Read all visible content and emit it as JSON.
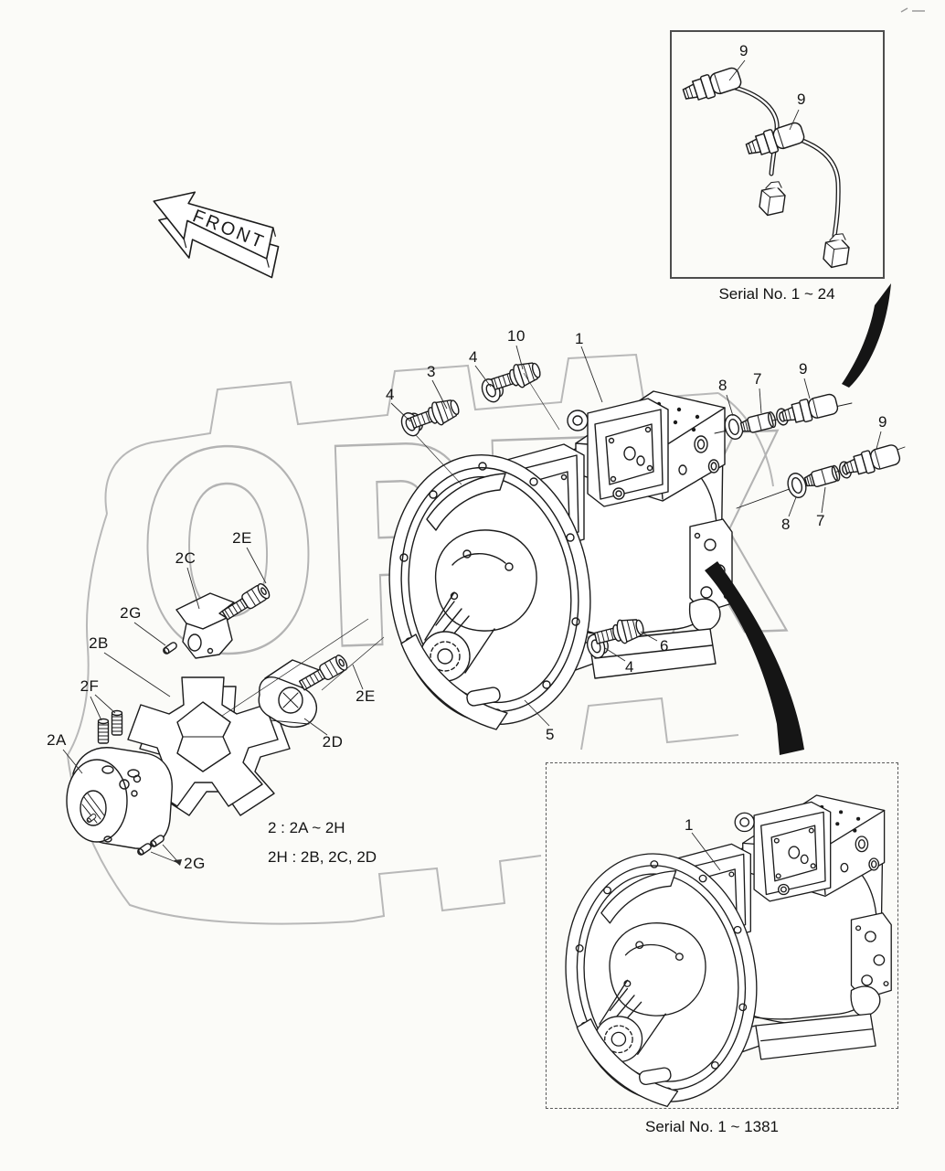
{
  "front_label": "FRONT",
  "watermark": {
    "text": "OPEX",
    "color": "#b3b3b3"
  },
  "notes": {
    "line1": "2 : 2A ~ 2H",
    "line2": "2H : 2B, 2C, 2D"
  },
  "insets": {
    "top_right": {
      "caption": "Serial No. 1 ~ 24",
      "callouts": {
        "sensor_left": "9",
        "sensor_right": "9"
      }
    },
    "bottom_right": {
      "caption": "Serial No. 1 ~ 1381",
      "callouts": {
        "pump": "1"
      }
    }
  },
  "callouts": {
    "pump": "1",
    "bolt_3": "3",
    "washer_4_left": "4",
    "washer_4_top": "4",
    "bolt_10": "10",
    "oring_8_upper": "8",
    "fitting_7_upper": "7",
    "sensor_9_upper": "9",
    "sensor_9_lower": "9",
    "oring_8_lower": "8",
    "fitting_7_lower": "7",
    "plate_5": "5",
    "washer_4_bottom": "4",
    "bolt_6": "6",
    "hub_2a": "2A",
    "spider_2b": "2B",
    "bracket_2c": "2C",
    "bracket_2d": "2D",
    "bolt_2e_upper": "2E",
    "bolt_2e_lower": "2E",
    "setscrews_2f": "2F",
    "pin_2g_upper": "2G",
    "pins_2g_lower": "2G"
  },
  "colors": {
    "background": "#fbfbf8",
    "line": "#1b1b1b",
    "watermark": "#b3b3b3"
  }
}
